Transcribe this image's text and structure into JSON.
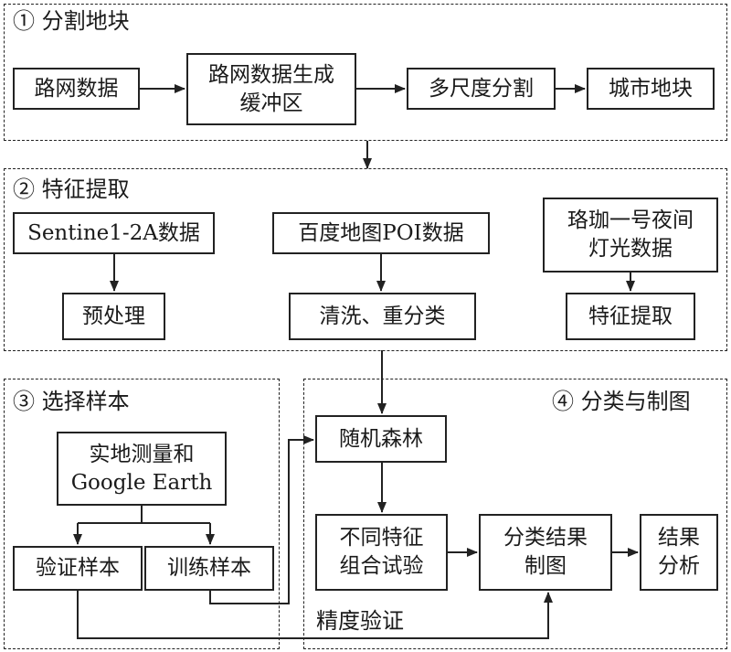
{
  "sections": {
    "s1": {
      "title": "① 分割地块"
    },
    "s2": {
      "title": "② 特征提取"
    },
    "s3": {
      "title": "③ 选择样本"
    },
    "s4": {
      "title": "④ 分类与制图"
    }
  },
  "nodes": {
    "road_data": "路网数据",
    "buffer": {
      "line1": "路网数据生成",
      "line2": "缓冲区"
    },
    "multiscale": "多尺度分割",
    "urban_parcel": "城市地块",
    "sentinel": "Sentine1-2A数据",
    "preprocess": "预处理",
    "baidu_poi": "百度地图POI数据",
    "clean": "清洗、重分类",
    "luojia": {
      "line1": "珞珈一号夜间",
      "line2": "灯光数据"
    },
    "feature_extract": "特征提取",
    "survey": {
      "line1": "实地测量和",
      "line2": "Google Earth"
    },
    "validation_sample": "验证样本",
    "training_sample": "训练样本",
    "random_forest": "随机森林",
    "feature_combo": {
      "line1": "不同特征",
      "line2": "组合试验"
    },
    "classification_map": {
      "line1": "分类结果",
      "line2": "制图"
    },
    "result_analysis": {
      "line1": "结果",
      "line2": "分析"
    },
    "accuracy_check": "精度验证"
  }
}
